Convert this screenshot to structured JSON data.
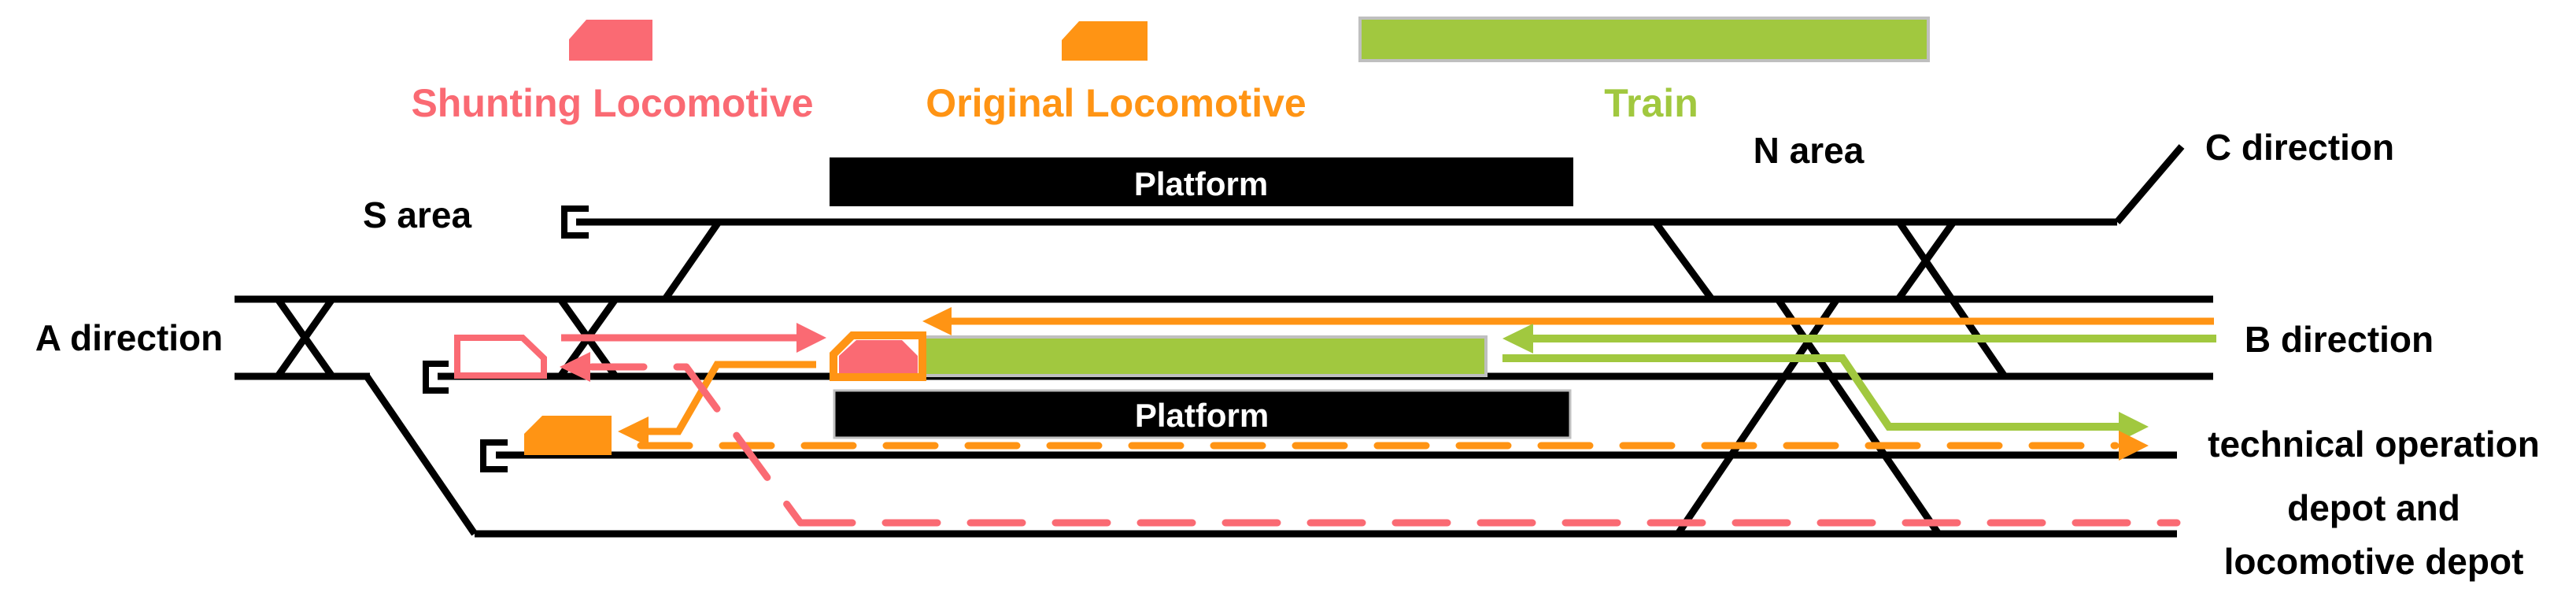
{
  "colors": {
    "pink": "#FA6A73",
    "orange": "#FF9414",
    "green": "#A1C83F",
    "black": "#000000",
    "gray": "#BFBFBF",
    "white": "#FFFFFF"
  },
  "legend": {
    "shunting": "Shunting Locomotive",
    "original": "Original Locomotive",
    "train": "Train"
  },
  "areas": {
    "s": "S area",
    "n": "N area"
  },
  "directions": {
    "a": "A direction",
    "b": "B direction",
    "c": "C direction"
  },
  "platforms": {
    "top": "Platform",
    "bottom": "Platform"
  },
  "depot": {
    "line1": "technical operation",
    "line2": "depot and",
    "line3": "locomotive depot"
  }
}
